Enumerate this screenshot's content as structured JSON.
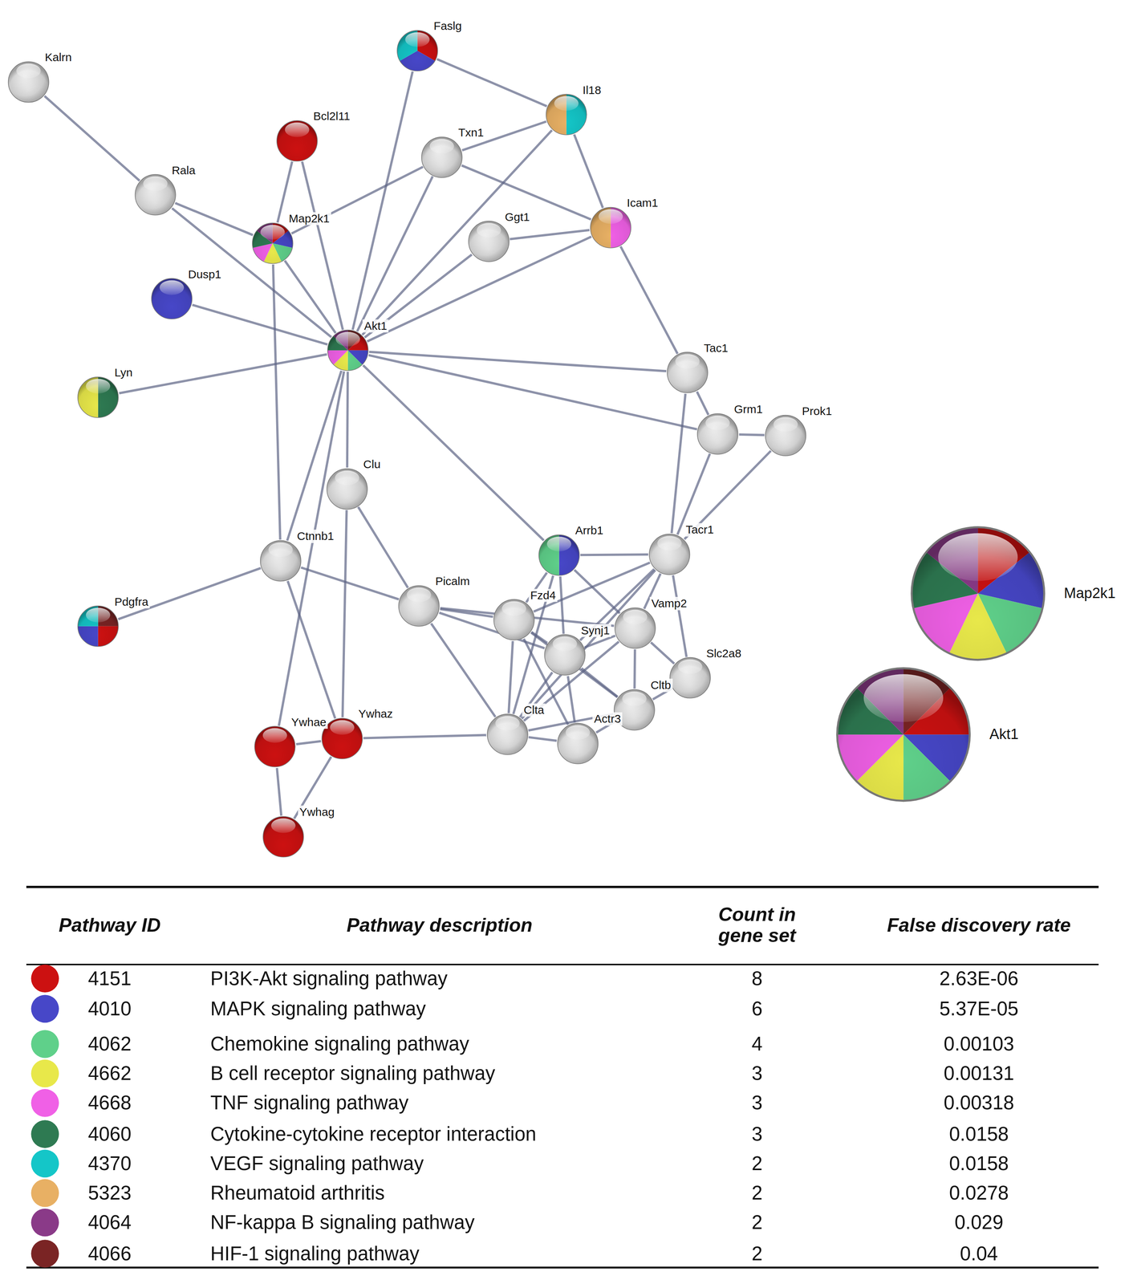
{
  "diagram": {
    "nodes": [
      {
        "text": [
          "Kalrn"
        ]
      },
      {
        "text": [
          "Faslg"
        ]
      },
      {
        "text": [
          "Il18"
        ]
      },
      {
        "text": [
          "Bcl2l11"
        ]
      },
      {
        "text": [
          "Txn1"
        ]
      },
      {
        "text": [
          "Rala"
        ]
      },
      {
        "text": [
          "Icam1"
        ]
      },
      {
        "text": [
          "Map2k1"
        ]
      },
      {
        "text": [
          "Ggt1"
        ]
      },
      {
        "text": [
          "Dusp1"
        ]
      },
      {
        "text": [
          "Akt1"
        ]
      },
      {
        "text": [
          "Tac1"
        ]
      },
      {
        "text": [
          "Lyn"
        ]
      },
      {
        "text": [
          "Grm1"
        ]
      },
      {
        "text": [
          "Prok1"
        ]
      },
      {
        "text": [
          "Clu"
        ]
      },
      {
        "text": [
          "Arrb1"
        ]
      },
      {
        "text": [
          "Tacr1"
        ]
      },
      {
        "text": [
          "Ctnnb1"
        ]
      },
      {
        "text": [
          "Picalm"
        ]
      },
      {
        "text": [
          "Fzd4"
        ]
      },
      {
        "text": [
          "Vamp2"
        ]
      },
      {
        "text": [
          "Pdgfra"
        ]
      },
      {
        "text": [
          "Synj1"
        ]
      },
      {
        "text": [
          "Slc2a8"
        ]
      },
      {
        "text": [
          "Cltb"
        ]
      },
      {
        "text": [
          "Ywhaz"
        ]
      },
      {
        "text": [
          "Clta"
        ]
      },
      {
        "text": [
          "Ywhae"
        ]
      },
      {
        "text": [
          "Actr3"
        ]
      },
      {
        "text": [
          "Ywhag"
        ]
      },
      {
        "text": [
          "Map2k1"
        ]
      },
      {
        "text": [
          "Akt1"
        ]
      }
    ],
    "edges": [
      {
        "from": 0,
        "to": 5,
        "arrow": "none"
      },
      {
        "from": 5,
        "to": 7,
        "arrow": "none"
      },
      {
        "from": 5,
        "to": 10,
        "arrow": "none"
      },
      {
        "from": 1,
        "to": 2,
        "arrow": "none"
      },
      {
        "from": 1,
        "to": 10,
        "arrow": "none"
      },
      {
        "from": 2,
        "to": 4,
        "arrow": "none"
      },
      {
        "from": 2,
        "to": 10,
        "arrow": "none"
      },
      {
        "from": 2,
        "to": 6,
        "arrow": "none"
      },
      {
        "from": 3,
        "to": 7,
        "arrow": "none"
      },
      {
        "from": 3,
        "to": 10,
        "arrow": "none"
      },
      {
        "from": 4,
        "to": 10,
        "arrow": "none"
      },
      {
        "from": 4,
        "to": 6,
        "arrow": "none"
      },
      {
        "from": 7,
        "to": 4,
        "arrow": "none"
      },
      {
        "from": 8,
        "to": 10,
        "arrow": "none"
      },
      {
        "from": 8,
        "to": 6,
        "arrow": "none"
      },
      {
        "from": 6,
        "to": 10,
        "arrow": "none"
      },
      {
        "from": 6,
        "to": 11,
        "arrow": "none"
      },
      {
        "from": 7,
        "to": 10,
        "arrow": "none"
      },
      {
        "from": 7,
        "to": 18,
        "arrow": "none"
      },
      {
        "from": 9,
        "to": 10,
        "arrow": "none"
      },
      {
        "from": 12,
        "to": 10,
        "arrow": "none"
      },
      {
        "from": 10,
        "to": 11,
        "arrow": "none"
      },
      {
        "from": 10,
        "to": 13,
        "arrow": "none"
      },
      {
        "from": 10,
        "to": 16,
        "arrow": "none"
      },
      {
        "from": 10,
        "to": 18,
        "arrow": "none"
      },
      {
        "from": 10,
        "to": 15,
        "arrow": "none"
      },
      {
        "from": 10,
        "to": 28,
        "arrow": "none"
      },
      {
        "from": 15,
        "to": 26,
        "arrow": "none"
      },
      {
        "from": 11,
        "to": 13,
        "arrow": "none"
      },
      {
        "from": 11,
        "to": 17,
        "arrow": "none"
      },
      {
        "from": 13,
        "to": 14,
        "arrow": "none"
      },
      {
        "from": 13,
        "to": 17,
        "arrow": "none"
      },
      {
        "from": 14,
        "to": 17,
        "arrow": "none"
      },
      {
        "from": 15,
        "to": 19,
        "arrow": "none"
      },
      {
        "from": 18,
        "to": 22,
        "arrow": "none"
      },
      {
        "from": 18,
        "to": 19,
        "arrow": "none"
      },
      {
        "from": 18,
        "to": 26,
        "arrow": "none"
      },
      {
        "from": 16,
        "to": 17,
        "arrow": "none"
      },
      {
        "from": 16,
        "to": 20,
        "arrow": "none"
      },
      {
        "from": 16,
        "to": 23,
        "arrow": "none"
      },
      {
        "from": 16,
        "to": 21,
        "arrow": "none"
      },
      {
        "from": 16,
        "to": 27,
        "arrow": "none"
      },
      {
        "from": 19,
        "to": 20,
        "arrow": "none"
      },
      {
        "from": 19,
        "to": 23,
        "arrow": "none"
      },
      {
        "from": 19,
        "to": 27,
        "arrow": "none"
      },
      {
        "from": 19,
        "to": 21,
        "arrow": "none"
      },
      {
        "from": 20,
        "to": 23,
        "arrow": "none"
      },
      {
        "from": 20,
        "to": 27,
        "arrow": "none"
      },
      {
        "from": 20,
        "to": 29,
        "arrow": "none"
      },
      {
        "from": 20,
        "to": 17,
        "arrow": "none"
      },
      {
        "from": 20,
        "to": 25,
        "arrow": "none"
      },
      {
        "from": 17,
        "to": 21,
        "arrow": "none"
      },
      {
        "from": 17,
        "to": 23,
        "arrow": "none"
      },
      {
        "from": 17,
        "to": 24,
        "arrow": "none"
      },
      {
        "from": 17,
        "to": 27,
        "arrow": "none"
      },
      {
        "from": 21,
        "to": 23,
        "arrow": "none"
      },
      {
        "from": 21,
        "to": 25,
        "arrow": "none"
      },
      {
        "from": 21,
        "to": 24,
        "arrow": "none"
      },
      {
        "from": 21,
        "to": 27,
        "arrow": "none"
      },
      {
        "from": 23,
        "to": 27,
        "arrow": "none"
      },
      {
        "from": 23,
        "to": 29,
        "arrow": "none"
      },
      {
        "from": 23,
        "to": 25,
        "arrow": "none"
      },
      {
        "from": 25,
        "to": 29,
        "arrow": "none"
      },
      {
        "from": 25,
        "to": 27,
        "arrow": "none"
      },
      {
        "from": 24,
        "to": 25,
        "arrow": "none"
      },
      {
        "from": 27,
        "to": 29,
        "arrow": "none"
      },
      {
        "from": 28,
        "to": 26,
        "arrow": "none"
      },
      {
        "from": 28,
        "to": 30,
        "arrow": "none"
      },
      {
        "from": 26,
        "to": 30,
        "arrow": "none"
      },
      {
        "from": 26,
        "to": 27,
        "arrow": "none"
      }
    ],
    "labels": [
      "Pathway ID",
      "Pathway description",
      "Count in gene set",
      "False discovery rate",
      "4151",
      "8",
      "2.63E-06",
      "4010",
      "6",
      "5.37E-05",
      "4062",
      "4",
      "0.00103",
      "4662",
      "3",
      "0.00131",
      "4668",
      "3",
      "0.00318",
      "4060",
      "3",
      "0.0158",
      "4370",
      "2",
      "0.0158",
      "5323",
      "2",
      "0.0278",
      "4064",
      "2",
      "0.029",
      "4066",
      "2",
      "0.04"
    ],
    "legend": [
      {
        "text": "PI3K-Akt signaling pathway",
        "color": "#cc1111"
      },
      {
        "text": "MAPK signaling pathway",
        "color": "#4747c8"
      },
      {
        "text": "Chemokine signaling pathway",
        "color": "#5fd08a"
      },
      {
        "text": "B cell receptor signaling pathway",
        "color": "#e8e84a"
      },
      {
        "text": "TNF signaling pathway",
        "color": "#f060e6"
      },
      {
        "text": "Cytokine-cytokine receptor interaction",
        "color": "#2e7a52"
      },
      {
        "text": "VEGF signaling pathway",
        "color": "#14c6c8"
      },
      {
        "text": "Rheumatoid arthritis",
        "color": "#e8b064"
      },
      {
        "text": "NF-kappa B signaling pathway",
        "color": "#8a3a88"
      },
      {
        "text": "HIF-1 signaling pathway",
        "color": "#7a2424"
      }
    ]
  }
}
